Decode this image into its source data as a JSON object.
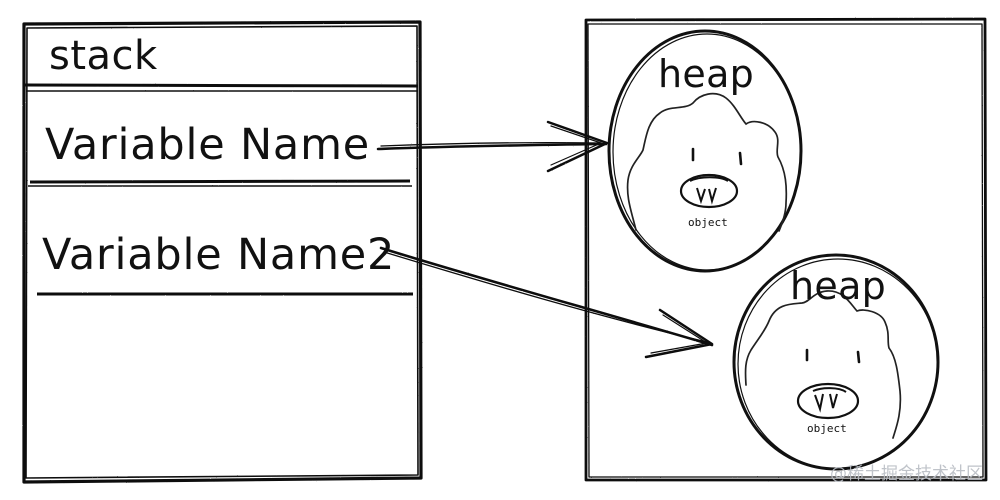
{
  "stack": {
    "title": "stack",
    "items": [
      {
        "label": "Variable Name"
      },
      {
        "label": "Variable Name2"
      }
    ]
  },
  "heap": {
    "objects": [
      {
        "title": "heap",
        "caption": "object"
      },
      {
        "title": "heap",
        "caption": "object"
      }
    ]
  },
  "watermark": "@稀土掘金技术社区",
  "colors": {
    "ink": "#111111",
    "watermark": "#b9bdc4"
  }
}
